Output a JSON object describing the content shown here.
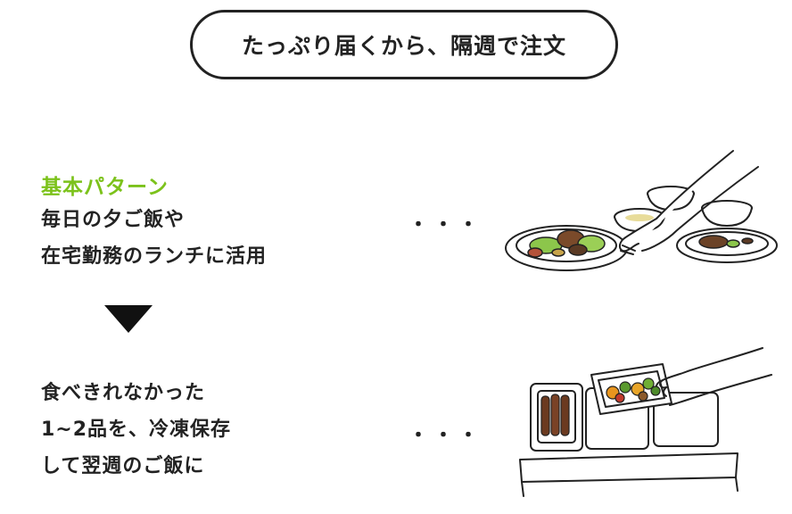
{
  "header": {
    "title": "たっぷり届くから、隔週で注文"
  },
  "basic": {
    "label": "基本パターン",
    "lines": [
      "毎日の夕ご飯や",
      "在宅勤務のランチに活用"
    ],
    "dots": "・・・"
  },
  "leftover": {
    "lines": [
      "食べきれなかった",
      "1~2品を、冷凍保存",
      "して翌週のご飯に"
    ],
    "dots": "・・・"
  },
  "colors": {
    "accent": "#7cc21b",
    "text": "#222222"
  }
}
